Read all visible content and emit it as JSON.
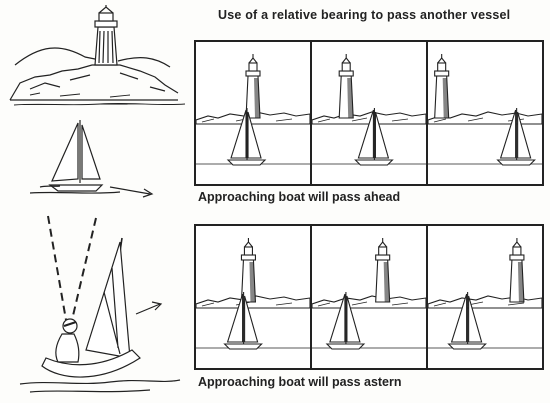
{
  "title": "Use of a relative bearing to pass another vessel",
  "rows": [
    {
      "caption": "Approaching boat will pass ahead",
      "frames": [
        {
          "tower_x": 0.5,
          "boat_x": 0.43
        },
        {
          "tower_x": 0.3,
          "boat_x": 0.53
        },
        {
          "tower_x": 0.12,
          "boat_x": 0.76
        }
      ]
    },
    {
      "caption": "Approaching boat will pass astern",
      "frames": [
        {
          "tower_x": 0.46,
          "boat_x": 0.4
        },
        {
          "tower_x": 0.62,
          "boat_x": 0.28
        },
        {
          "tower_x": 0.78,
          "boat_x": 0.33
        }
      ]
    }
  ],
  "colors": {
    "ink": "#222222",
    "paper": "#ffffff"
  }
}
